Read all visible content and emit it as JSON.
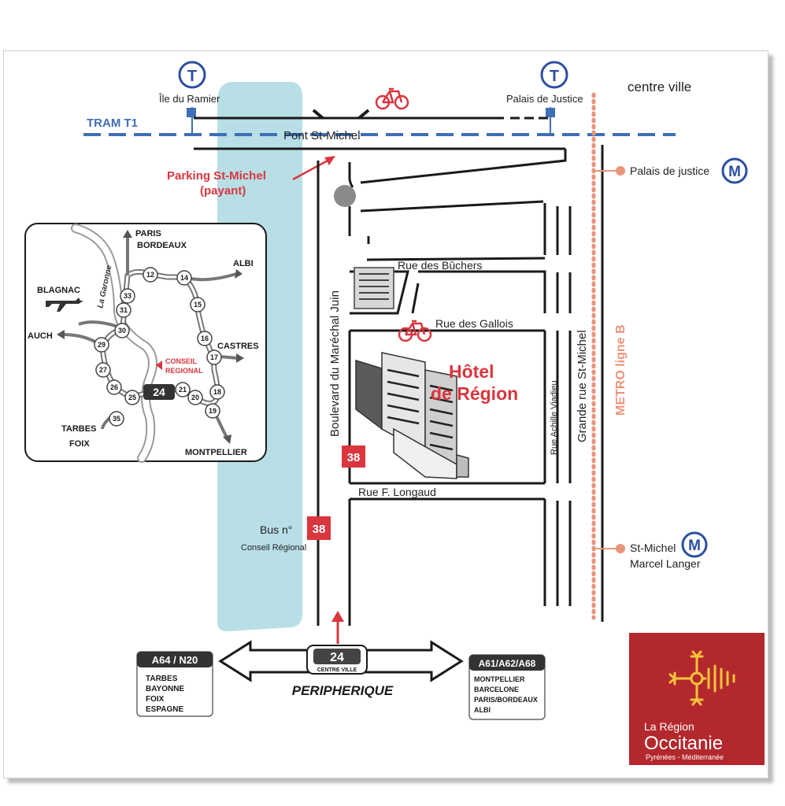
{
  "colors": {
    "tram_blue": "#3f6fb5",
    "metro_orange": "#e8957b",
    "river_blue": "#b8dfe6",
    "accent_red": "#d9363e",
    "road_black": "#1a1a1a",
    "logo_red": "#b3282d",
    "logo_yellow": "#f6c33b"
  },
  "tram": {
    "line_label": "TRAM T1",
    "stop_west": "Île du Ramier",
    "stop_east": "Palais de Justice",
    "stop_icon": "T"
  },
  "top_labels": {
    "centre_ville": "centre ville",
    "bridge": "Pont St-Michel",
    "parking_line1": "Parking St-Michel",
    "parking_line2": "(payant)"
  },
  "streets": {
    "rue_buchers": "Rue des Bûchers",
    "rue_gallois": "Rue des Gallois",
    "boulevard": "Boulevard du Maréchal Juin",
    "rue_vadieu": "Rue Achille Viadieu",
    "grande_rue": "Grande rue St-Michel",
    "rue_longaud": "Rue F. Longaud"
  },
  "destination": {
    "line1": "Hôtel",
    "line2": "de Région"
  },
  "bus": {
    "prefix": "Bus n°",
    "number": "38",
    "stop_name": "Conseil Régional",
    "stop_number_near_building": "38"
  },
  "metro": {
    "line_label": "METRO ligne B",
    "icon": "M",
    "station1": "Palais de justice",
    "station2_line1": "St-Michel",
    "station2_line2": "Marcel Langer"
  },
  "inset_map": {
    "cities": {
      "paris": "PARIS",
      "bordeaux": "BORDEAUX",
      "albi": "ALBI",
      "blagnac": "BLAGNAC",
      "auch": "AUCH",
      "castres": "CASTRES",
      "tarbes": "TARBES",
      "foix": "FOIX",
      "montpellier": "MONTPELLIER"
    },
    "river": "La Garonne",
    "conseil_line1": "CONSEIL",
    "conseil_line2": "REGIONAL",
    "exits": [
      "33",
      "12",
      "14",
      "15",
      "16",
      "17",
      "18",
      "19",
      "20",
      "21",
      "24",
      "25",
      "26",
      "27",
      "29",
      "30",
      "31",
      "35"
    ],
    "exit24_badge": "24"
  },
  "peripherique": {
    "label": "PERIPHERIQUE",
    "exit_badge": "24",
    "exit_sub": "CENTRE VILLE",
    "left_sign_header": "A64 / N20",
    "left_sign_lines": [
      "TARBES",
      "BAYONNE",
      "FOIX",
      "ESPAGNE"
    ],
    "right_sign_header": "A61/A62/A68",
    "right_sign_lines": [
      "MONTPELLIER",
      "BARCELONE",
      "PARIS/BORDEAUX",
      "ALBI"
    ]
  },
  "logo": {
    "line1": "La Région",
    "line2": "Occitanie",
    "line3": "Pyrénées - Méditerranée"
  }
}
